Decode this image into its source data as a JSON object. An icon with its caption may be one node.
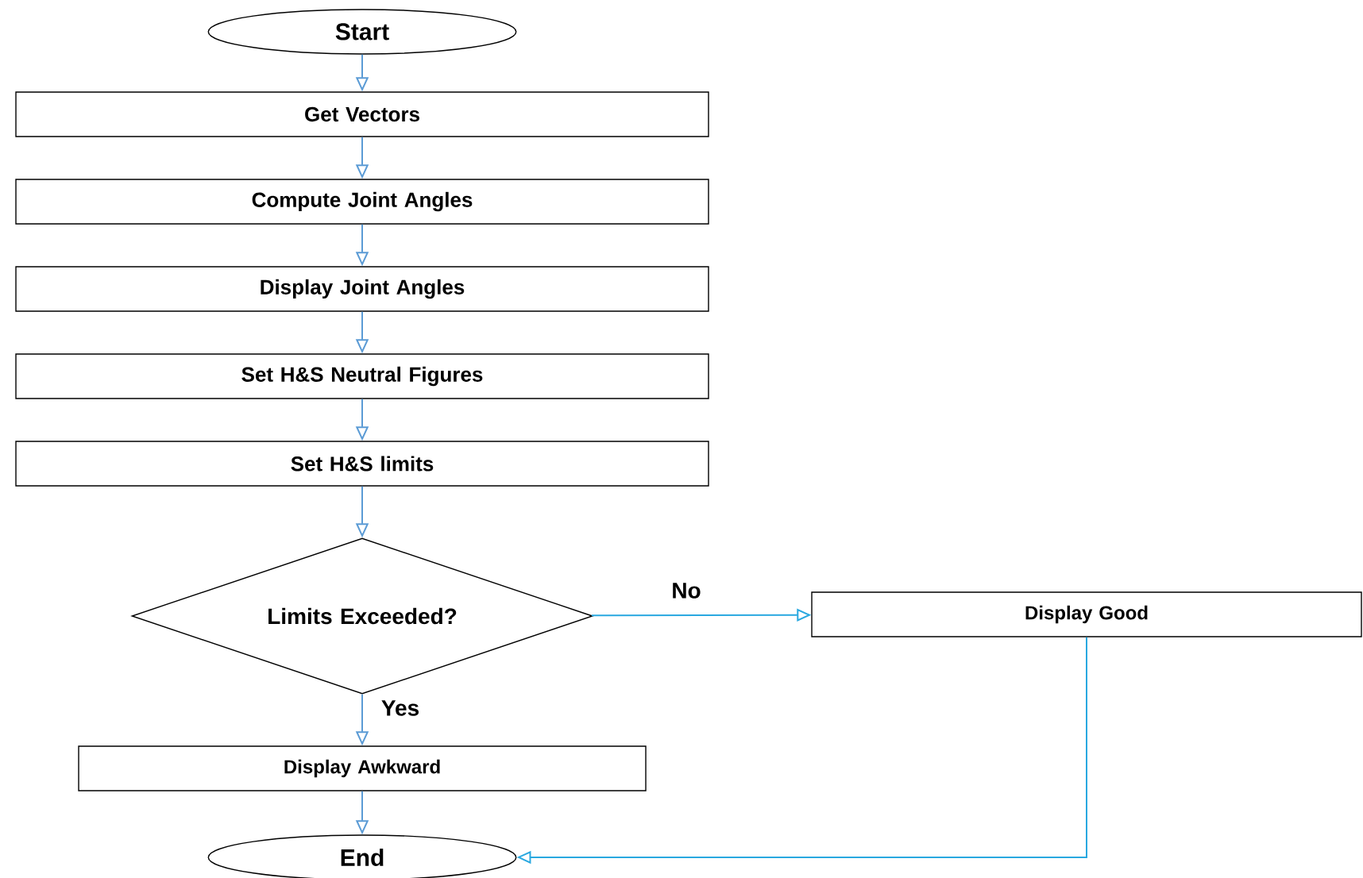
{
  "diagram": {
    "nodes": [
      {
        "text": [
          "Start"
        ]
      },
      {
        "text": [
          "Get Vectors"
        ]
      },
      {
        "text": [
          "Compute Joint Angles"
        ]
      },
      {
        "text": [
          "Display Joint Angles"
        ]
      },
      {
        "text": [
          "Set H&S Neutral Figures"
        ]
      },
      {
        "text": [
          "Set H&S limits"
        ]
      },
      {
        "text": [
          "Limits Exceeded?"
        ]
      },
      {
        "text": [
          "Display Good"
        ]
      },
      {
        "text": [
          "Display Awkward"
        ]
      },
      {
        "text": [
          "End"
        ]
      }
    ],
    "edges": [
      {
        "from": 0,
        "to": 1,
        "arrow": "to"
      },
      {
        "from": 1,
        "to": 2,
        "arrow": "to"
      },
      {
        "from": 2,
        "to": 3,
        "arrow": "to"
      },
      {
        "from": 3,
        "to": 4,
        "arrow": "to"
      },
      {
        "from": 4,
        "to": 5,
        "arrow": "to"
      },
      {
        "from": 5,
        "to": 6,
        "arrow": "to"
      },
      {
        "from": 6,
        "to": 7,
        "arrow": "to",
        "label": "No",
        "color": "#29a8e0"
      },
      {
        "from": 6,
        "to": 8,
        "arrow": "to",
        "label": "Yes"
      },
      {
        "from": 8,
        "to": 9,
        "arrow": "to"
      },
      {
        "from": 7,
        "to": 9,
        "arrow": "to",
        "color": "#29a8e0"
      }
    ]
  }
}
